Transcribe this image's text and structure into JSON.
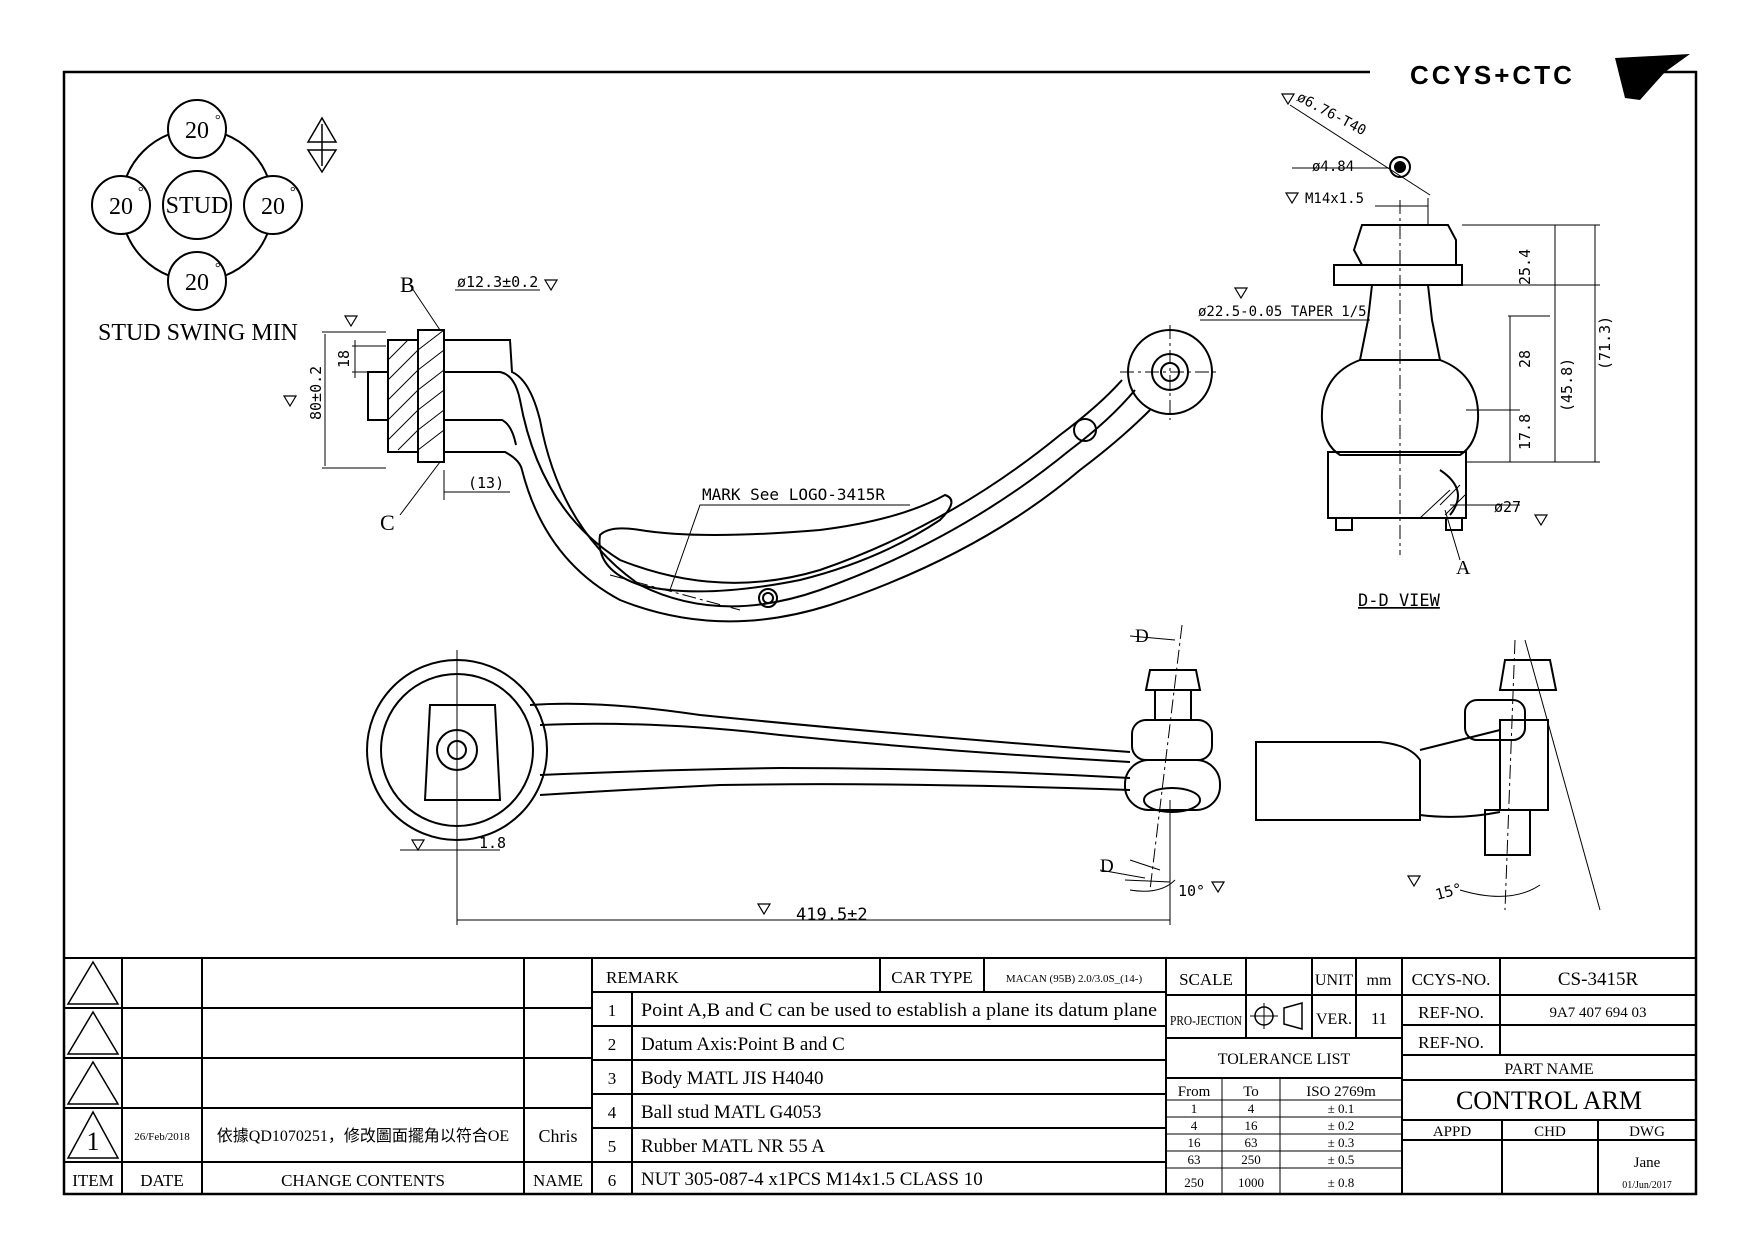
{
  "logo": {
    "text": "CCYS+CTC"
  },
  "stud_swing": {
    "title": "STUD SWING MIN",
    "center": "STUD",
    "angles": [
      "20",
      "20",
      "20",
      "20"
    ],
    "deg": "°"
  },
  "main_view": {
    "label_b": "B",
    "label_c": "C",
    "dia_bore": "ø12.3±0.2",
    "dim_height": "80±0.2",
    "dim_18": "18",
    "dim_13": "(13)",
    "mark_note": "MARK See LOGO-3415R"
  },
  "dd_view": {
    "title": "D-D VIEW",
    "dim_hex": "ø6.76-T40",
    "dim_484": "ø4.84",
    "thread": "M14x1.5",
    "taper": "ø22.5-0.05 TAPER 1/5",
    "dim_254": "25.4",
    "dim_28": "28",
    "dim_178": "17.8",
    "dim_458": "(45.8)",
    "dim_713": "(71.3)",
    "dim_27": "ø27",
    "label_a": "A"
  },
  "bottom_view": {
    "length": "419.5±2",
    "dim_18": "1.8",
    "label_d_top": "D",
    "label_d_bottom": "D",
    "angle_10": "10°",
    "angle_15": "15°"
  },
  "title_block": {
    "revisions": [
      {
        "rev": "",
        "date": "",
        "content": "",
        "name": ""
      },
      {
        "rev": "",
        "date": "",
        "content": "",
        "name": ""
      },
      {
        "rev": "",
        "date": "",
        "content": "",
        "name": ""
      },
      {
        "rev": "1",
        "date": "26/Feb/2018",
        "content": "依據QD1070251，修改圖面擺角以符合OE",
        "name": "Chris"
      }
    ],
    "headers": {
      "item": "ITEM",
      "date": "DATE",
      "change": "CHANGE CONTENTS",
      "name": "NAME"
    },
    "remark_label": "REMARK",
    "car_type_label": "CAR TYPE",
    "car_type": "MACAN (95B) 2.0/3.0S_(14-)",
    "remarks": [
      {
        "no": "1",
        "text": "Point A,B and C can be used to establish a plane its datum plane"
      },
      {
        "no": "2",
        "text": "Datum Axis:Point B and C"
      },
      {
        "no": "3",
        "text": "Body MATL JIS H4040"
      },
      {
        "no": "4",
        "text": "Ball stud MATL G4053"
      },
      {
        "no": "5",
        "text": "Rubber MATL NR 55 A"
      },
      {
        "no": "6",
        "text": "NUT 305-087-4 x1PCS  M14x1.5  CLASS 10"
      }
    ],
    "scale_label": "SCALE",
    "unit_label": "UNIT",
    "unit": "mm",
    "projection_label": "PRO-JECTION",
    "ver_label": "VER.",
    "ver": "11",
    "tolerance_title": "TOLERANCE LIST",
    "tol_headers": {
      "from": "From",
      "to": "To",
      "iso": "ISO 2769m"
    },
    "tolerances": [
      {
        "from": "1",
        "to": "4",
        "tol": "± 0.1"
      },
      {
        "from": "4",
        "to": "16",
        "tol": "± 0.2"
      },
      {
        "from": "16",
        "to": "63",
        "tol": "± 0.3"
      },
      {
        "from": "63",
        "to": "250",
        "tol": "± 0.5"
      },
      {
        "from": "250",
        "to": "1000",
        "tol": "± 0.8"
      }
    ],
    "ccys_no_label": "CCYS-NO.",
    "ccys_no": "CS-3415R",
    "ref_no_label": "REF-NO.",
    "ref_no": "9A7 407 694 03",
    "ref_no2_label": "REF-NO.",
    "ref_no2": "",
    "part_name_label": "PART NAME",
    "part_name": "CONTROL ARM",
    "appd_label": "APPD",
    "chd_label": "CHD",
    "dwg_label": "DWG",
    "dwg_name": "Jane",
    "dwg_date": "01/Jun/2017"
  }
}
